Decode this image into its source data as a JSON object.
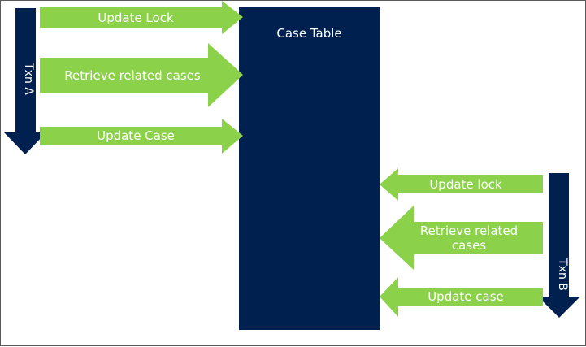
{
  "colors": {
    "navy": "#00214f",
    "green": "#8cd14a",
    "text": "#ffffff",
    "frame": "#595959"
  },
  "case_table": {
    "label": "Case Table"
  },
  "txn_a": {
    "label": "Txn A",
    "steps": [
      {
        "label_lines": [
          "Update Lock"
        ]
      },
      {
        "label_lines": [
          "Retrieve related cases"
        ]
      },
      {
        "label_lines": [
          "Update Case"
        ]
      }
    ]
  },
  "txn_b": {
    "label": "Txn B",
    "steps": [
      {
        "label_lines": [
          "Update lock"
        ]
      },
      {
        "label_lines": [
          "Retrieve related",
          "cases"
        ]
      },
      {
        "label_lines": [
          "Update case"
        ]
      }
    ]
  }
}
